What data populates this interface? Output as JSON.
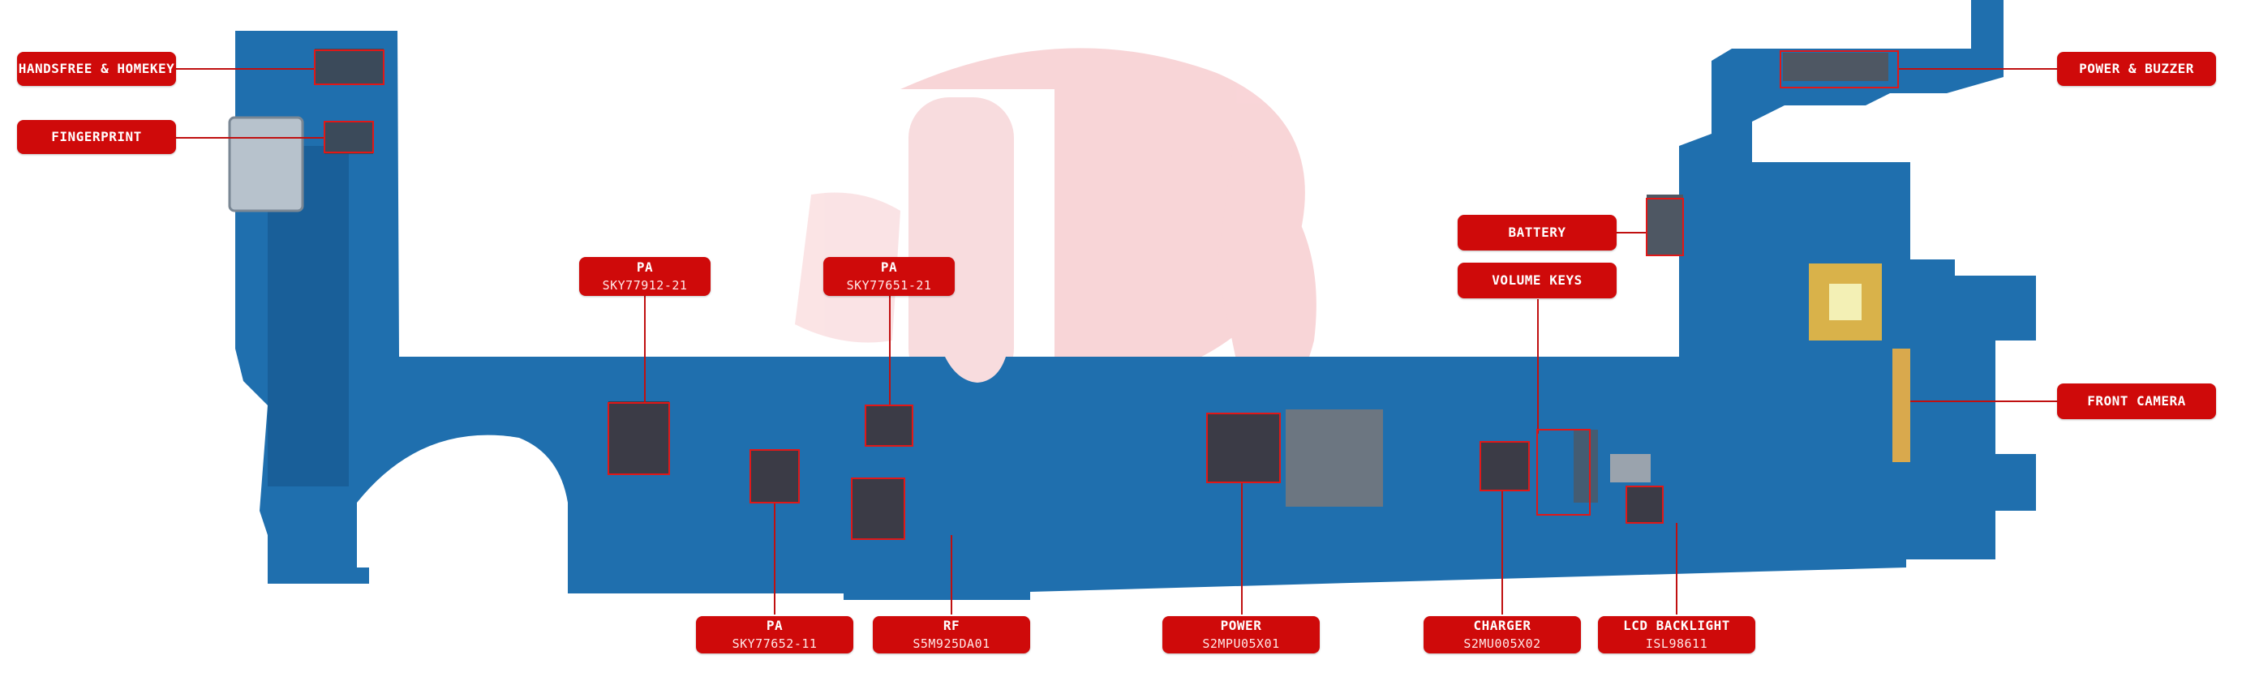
{
  "colors": {
    "board": "#1f6fae",
    "board_dark": "#15558a",
    "callout": "#cf0a0a",
    "leader": "#c01010",
    "watermark": "#f2a3a8"
  },
  "watermark_text": "B",
  "labels": {
    "handsfree_homekey": {
      "name": "HANDSFREE & HOMEKEY"
    },
    "fingerprint": {
      "name": "FINGERPRINT"
    },
    "pa_1": {
      "name": "PA",
      "part": "SKY77912-21"
    },
    "pa_2": {
      "name": "PA",
      "part": "SKY77651-21"
    },
    "battery": {
      "name": "BATTERY"
    },
    "volume_keys": {
      "name": "VOLUME KEYS"
    },
    "power_buzzer": {
      "name": "POWER & BUZZER"
    },
    "front_camera": {
      "name": "FRONT CAMERA"
    },
    "pa_3": {
      "name": "PA",
      "part": "SKY77652-11"
    },
    "rf": {
      "name": "RF",
      "part": "S5M925DA01"
    },
    "power": {
      "name": "POWER",
      "part": "S2MPU05X01"
    },
    "charger": {
      "name": "CHARGER",
      "part": "S2MU005X02"
    },
    "lcd_backlight": {
      "name": "LCD BACKLIGHT",
      "part": "ISL98611"
    }
  }
}
